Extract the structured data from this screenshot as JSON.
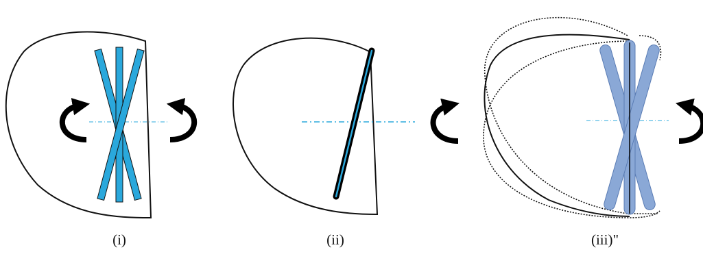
{
  "panels": [
    {
      "caption": "(i)"
    },
    {
      "caption": "(ii)"
    },
    {
      "caption": "(iii)\""
    }
  ],
  "colors": {
    "outline": "#111111",
    "cyan_bar": "#2aa8dc",
    "blue_bar": "#8aa8d6",
    "axis": "#2aa8dc",
    "arrow": "#000000"
  }
}
